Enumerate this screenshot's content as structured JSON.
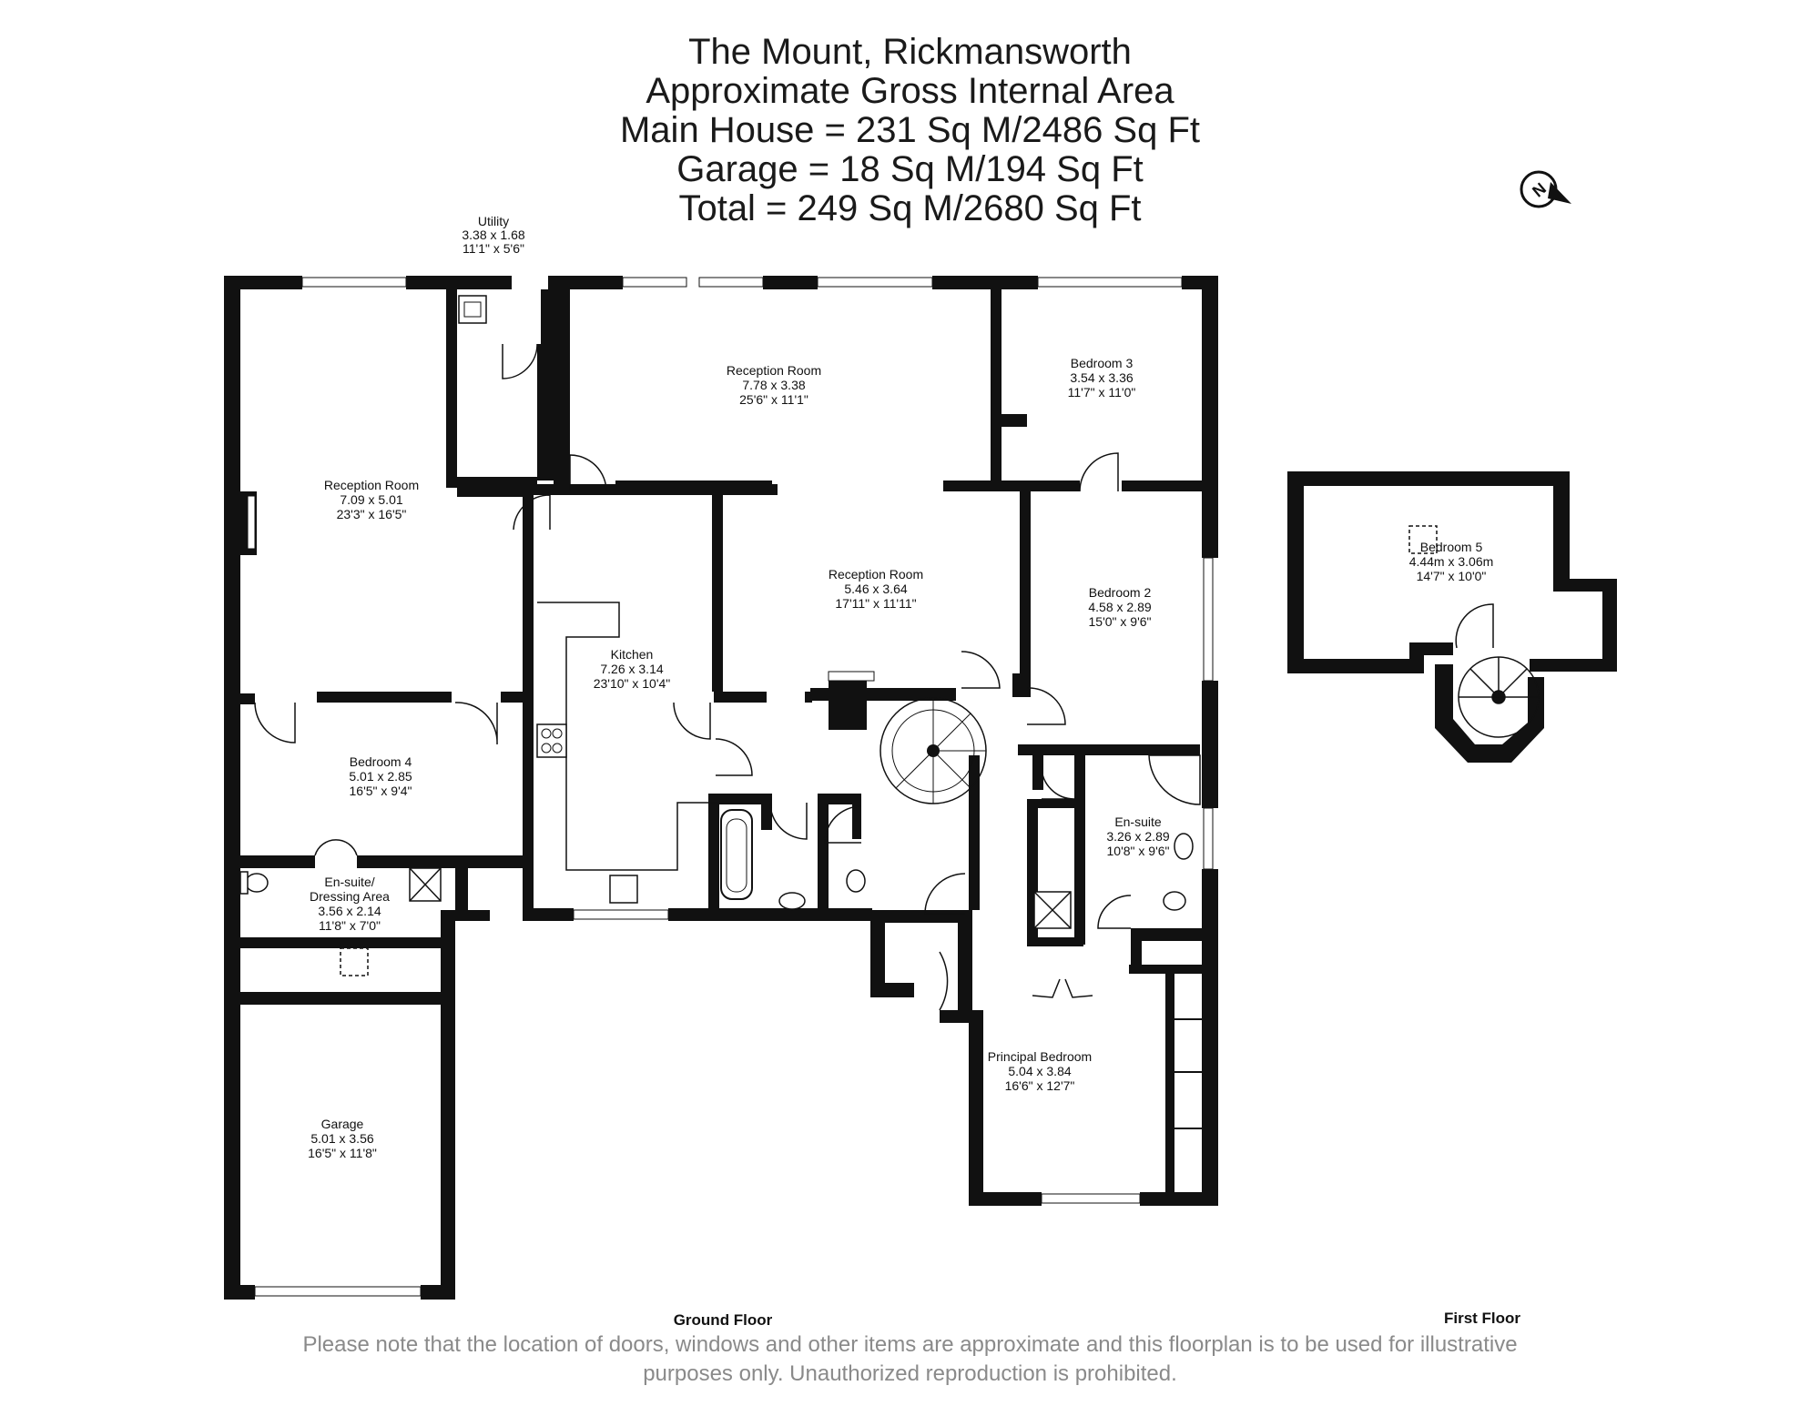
{
  "header": {
    "title": "The Mount, Rickmansworth",
    "subtitle": "Approximate Gross Internal Area",
    "main_house": "Main House = 231 Sq M/2486 Sq Ft",
    "garage": "Garage = 18 Sq M/194 Sq Ft",
    "total": "Total = 249 Sq M/2680 Sq Ft"
  },
  "compass": {
    "icon": "north-arrow-icon",
    "letter": "N"
  },
  "rooms": {
    "utility": {
      "name": "Utility",
      "metric": "3.38 x 1.68",
      "imperial": "11'1\" x 5'6\""
    },
    "reception_1": {
      "name": "Reception Room",
      "metric": "7.78 x 3.38",
      "imperial": "25'6\" x 11'1\""
    },
    "bedroom_3": {
      "name": "Bedroom 3",
      "metric": "3.54 x 3.36",
      "imperial": "11'7\" x 11'0\""
    },
    "reception_2": {
      "name": "Reception Room",
      "metric": "7.09 x 5.01",
      "imperial": "23'3\" x 16'5\""
    },
    "reception_3": {
      "name": "Reception Room",
      "metric": "5.46 x 3.64",
      "imperial": "17'11\" x 11'11\""
    },
    "bedroom_2": {
      "name": "Bedroom 2",
      "metric": "4.58 x 2.89",
      "imperial": "15'0\" x 9'6\""
    },
    "kitchen": {
      "name": "Kitchen",
      "metric": "7.26 x 3.14",
      "imperial": "23'10\" x 10'4\""
    },
    "bedroom_4": {
      "name": "Bedroom 4",
      "metric": "5.01 x 2.85",
      "imperial": "16'5\" x 9'4\""
    },
    "ensuite_1": {
      "name": "En-suite",
      "metric": "3.26 x 2.89",
      "imperial": "10'8\" x 9'6\""
    },
    "ensuite_dressing": {
      "name": "En-suite/",
      "name2": "Dressing Area",
      "metric": "3.56 x 2.14",
      "imperial": "11'8\" x 7'0\""
    },
    "principal_bedroom": {
      "name": "Principal Bedroom",
      "metric": "5.04 x 3.84",
      "imperial": "16'6\" x 12'7\""
    },
    "garage": {
      "name": "Garage",
      "metric": "5.01 x 3.56",
      "imperial": "16'5\" x 11'8\""
    },
    "bedroom_5": {
      "name": "Bedroom 5",
      "metric": "4.44m x 3.06m",
      "imperial": "14'7\" x 10'0\""
    }
  },
  "floors": {
    "ground": "Ground Floor",
    "first": "First Floor"
  },
  "footer": {
    "line1": "Please note that the location of doors, windows and other items are approximate and this floorplan is to be used for illustrative",
    "line2": "purposes only. Unauthorized reproduction is prohibited."
  }
}
